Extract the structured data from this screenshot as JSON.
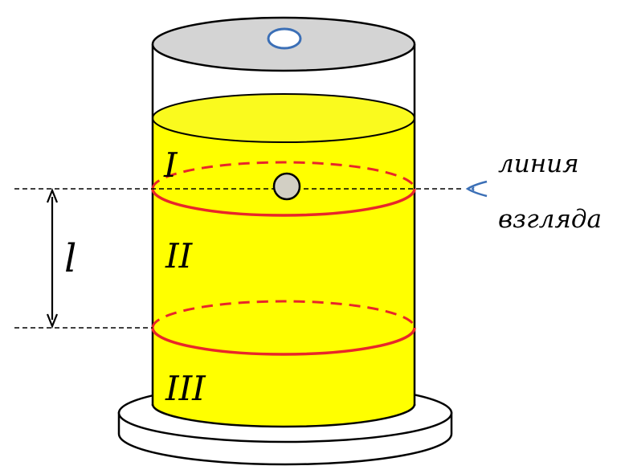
{
  "labels": {
    "zone_1": "I",
    "zone_2": "II",
    "zone_3": "III",
    "distance": "l",
    "line_of_sight_1": "линия",
    "line_of_sight_2": "взгляда"
  },
  "colors": {
    "liquid": "#ffff00",
    "liquid_top": "#fafa1e",
    "lid": "#d4d4d4",
    "lid_hole": "#3b6fb6",
    "ring": "#e8262a",
    "ball": "#d2cfc4",
    "eye": "#3b6fb6"
  },
  "icons": {
    "eye": "eye-icon",
    "lid_hole": "hole-icon"
  }
}
